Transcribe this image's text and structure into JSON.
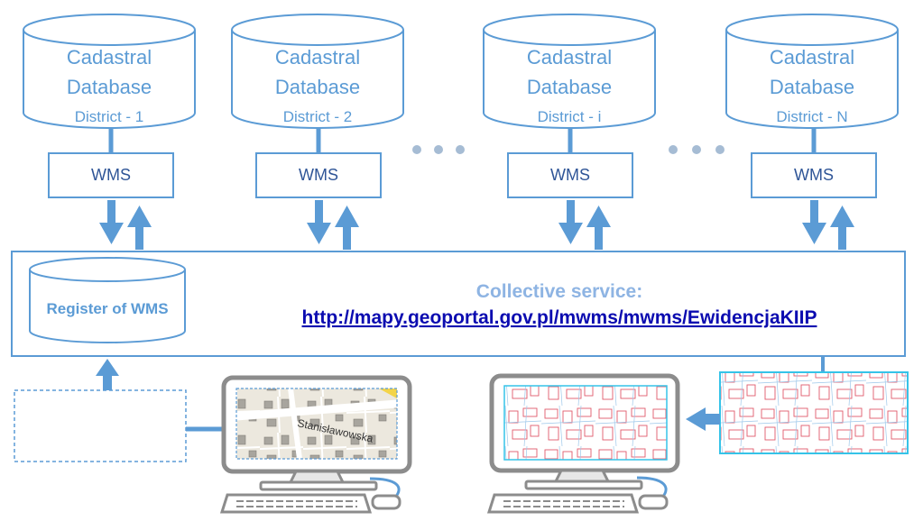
{
  "colors": {
    "accent": "#5b9bd5",
    "url": "#0b0bb0",
    "collective": "#8eb4e3",
    "dots": "#a6bcd4",
    "map_panel": "#35c3e8"
  },
  "databases": [
    {
      "line1": "Cadastral",
      "line2": "Database",
      "line3": "District - 1"
    },
    {
      "line1": "Cadastral",
      "line2": "Database",
      "line3": "District - 2"
    },
    {
      "line1": "Cadastral",
      "line2": "Database",
      "line3": "District - i"
    },
    {
      "line1": "Cadastral",
      "line2": "Database",
      "line3": "District - N"
    }
  ],
  "wms_label": "WMS",
  "register_label": "Register of WMS",
  "collective": {
    "label": "Collective service:",
    "url": "http://mapy.geoportal.gov.pl/mwms/mwms/EwidencjaKIIP"
  },
  "map_street_label": "Stanisławowska",
  "icons": [
    "database-icon",
    "computer-icon",
    "ellipsis-icon",
    "arrow-down-icon",
    "arrow-up-icon",
    "arrow-left-icon"
  ]
}
